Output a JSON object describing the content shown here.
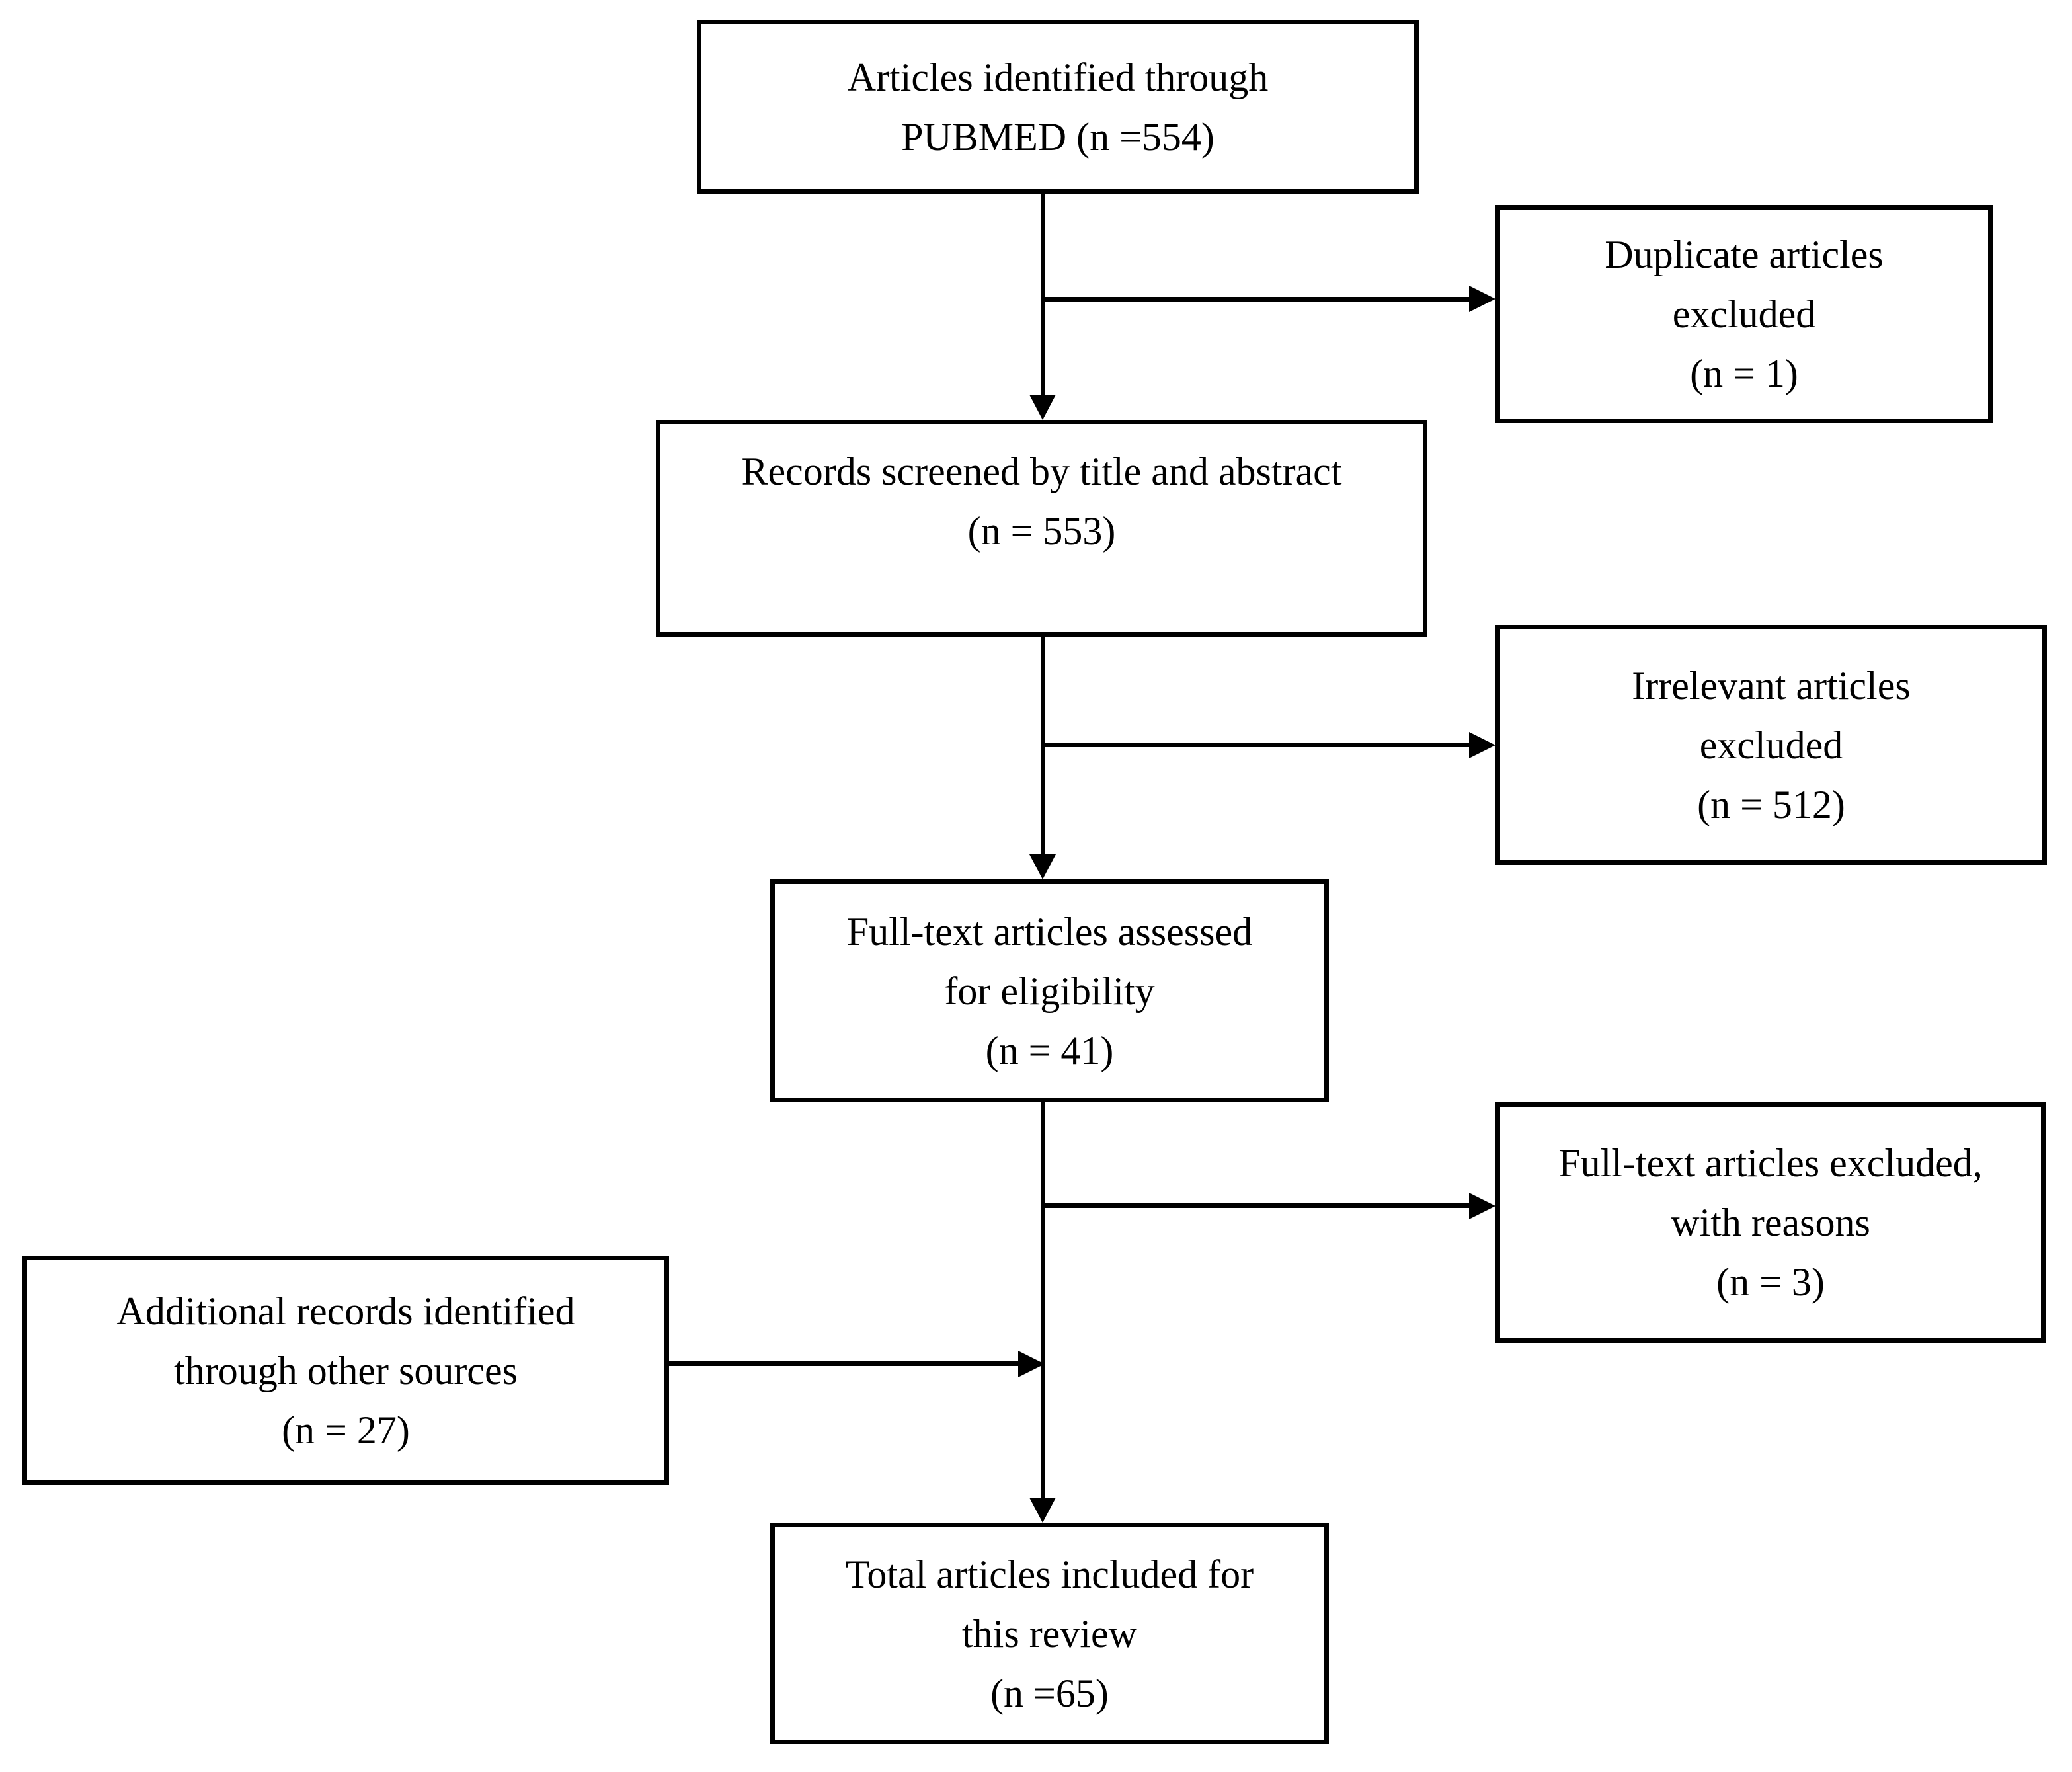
{
  "diagram": {
    "colors": {
      "background": "#ffffff",
      "line": "#000000",
      "text": "#000000"
    },
    "boxes": {
      "pubmed": {
        "text": "Articles identified through\nPUBMED (n =554)",
        "n": 554
      },
      "duplicates": {
        "text": "Duplicate articles\nexcluded\n(n = 1)",
        "n": 1
      },
      "screened": {
        "text": "Records screened by title and abstract\n(n = 553)",
        "n": 553
      },
      "irrelevant": {
        "text": "Irrelevant articles\nexcluded\n(n = 512)",
        "n": 512
      },
      "fulltext": {
        "text": "Full-text articles assessed\nfor eligibility\n(n = 41)",
        "n": 41
      },
      "excluded": {
        "text": "Full-text articles excluded,\nwith reasons\n(n = 3)",
        "n": 3
      },
      "additional": {
        "text": "Additional records identified\nthrough other sources\n(n = 27)",
        "n": 27
      },
      "total": {
        "text": "Total articles included for\nthis review\n(n =65)",
        "n": 65
      }
    },
    "edges": [
      {
        "from": "pubmed",
        "to": "screened"
      },
      {
        "from": "pubmed",
        "to": "duplicates"
      },
      {
        "from": "screened",
        "to": "fulltext"
      },
      {
        "from": "screened",
        "to": "irrelevant"
      },
      {
        "from": "fulltext",
        "to": "total"
      },
      {
        "from": "fulltext",
        "to": "excluded"
      },
      {
        "from": "additional",
        "to": "total"
      }
    ]
  }
}
